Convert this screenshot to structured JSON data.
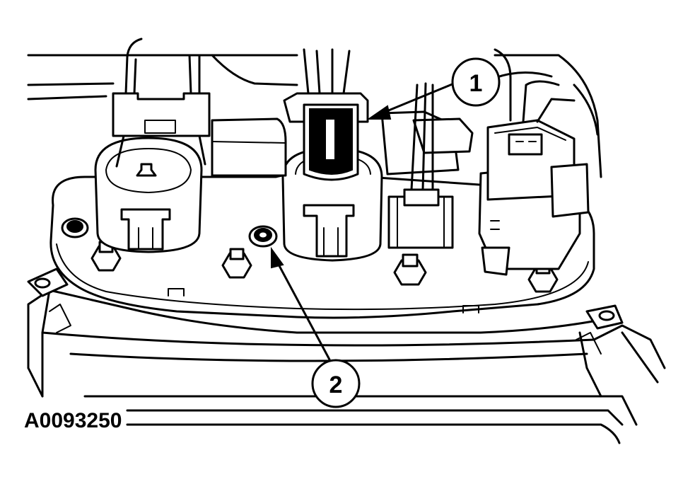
{
  "figure": {
    "id_label": "A0093250"
  },
  "callouts": [
    {
      "number": "1"
    },
    {
      "number": "2"
    }
  ]
}
